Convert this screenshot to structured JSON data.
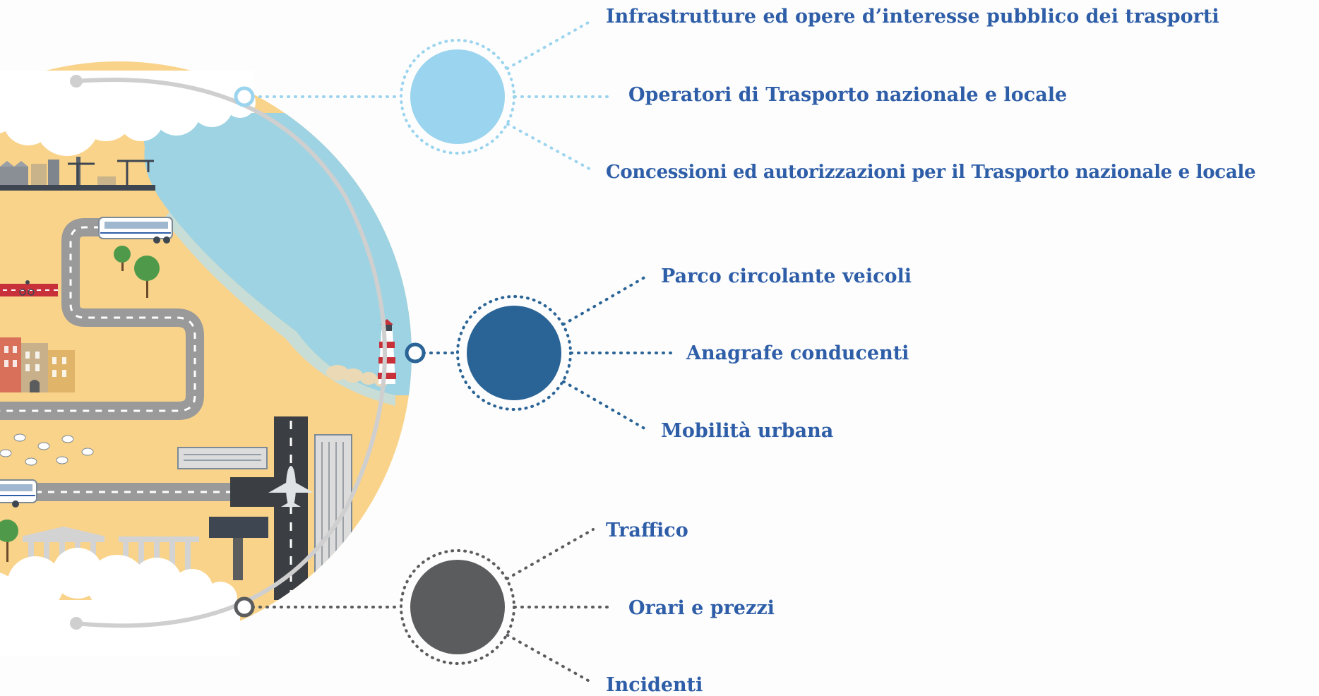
{
  "colors": {
    "group1": "#9bd4ee",
    "group2": "#2a6496",
    "group3": "#5b5c5e",
    "label": "#2f5ea8",
    "sea": "#9dd3e2",
    "land": "#f9d38a",
    "road": "#9a9a9a"
  },
  "groups": [
    {
      "color_key": "group1",
      "items": [
        "Infrastrutture ed opere d’interesse pubblico dei trasporti",
        "Operatori di Trasporto nazionale e locale",
        "Concessioni ed autorizzazioni per il Trasporto nazionale e locale"
      ]
    },
    {
      "color_key": "group2",
      "items": [
        "Parco circolante veicoli",
        "Anagrafe conducenti",
        "Mobilità urbana"
      ]
    },
    {
      "color_key": "group3",
      "items": [
        "Traffico",
        "Orari e prezzi",
        "Incidenti"
      ]
    }
  ],
  "illustration_icons": [
    "factory-icon",
    "crane-icon",
    "bus-icon",
    "tree-icon",
    "cyclist-icon",
    "building-icon",
    "lighthouse-icon",
    "airplane-icon",
    "sheep-icon",
    "temple-icon",
    "skyscraper-icon",
    "cloud-icon"
  ]
}
